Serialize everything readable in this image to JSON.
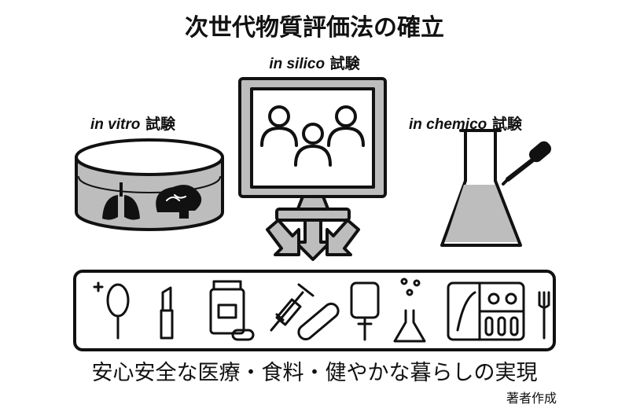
{
  "title": "次世代物質評価法の確立",
  "methods": {
    "silico": {
      "italic": "in silico",
      "suffix": " 試験"
    },
    "vitro": {
      "italic": "in vitro",
      "suffix": " 試験"
    },
    "chemico": {
      "italic": "in chemico",
      "suffix": " 試験"
    }
  },
  "outcome": "安心安全な医療・食料・健やかな暮らしの実現",
  "credit": "著者作成",
  "colors": {
    "ink": "#111111",
    "fill": "#bdbdbd"
  }
}
